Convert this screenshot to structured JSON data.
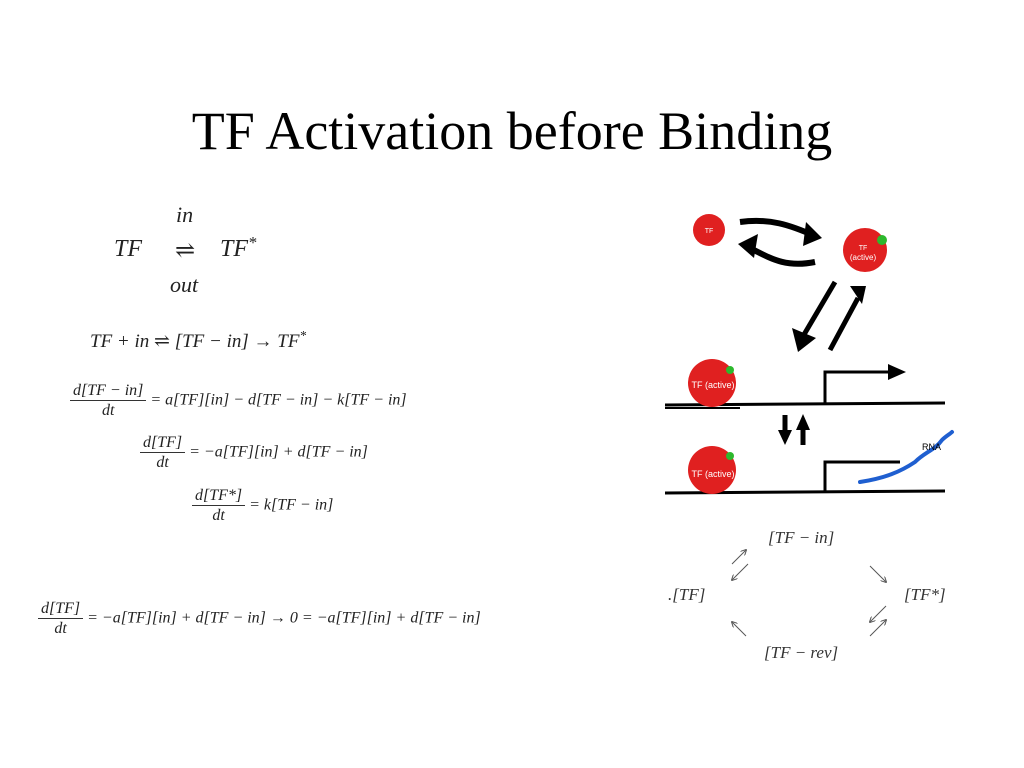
{
  "slide": {
    "title": "TF Activation before Binding"
  },
  "scheme": {
    "left": "TF",
    "arrow": "⇌",
    "right": "TF",
    "right_sup": "*",
    "top": "in",
    "bottom": "out"
  },
  "equations": {
    "reaction": "TF + in ⇌ [TF − in] → TF",
    "reaction_sup": "*",
    "eq1_num": "d[TF − in]",
    "eq1_den": "dt",
    "eq1_rhs": "= a[TF][in] − d[TF − in] − k[TF − in]",
    "eq2_num": "d[TF]",
    "eq2_den": "dt",
    "eq2_rhs": "= −a[TF][in] + d[TF − in]",
    "eq3_num": "d[TF*]",
    "eq3_den": "dt",
    "eq3_rhs": "= k[TF − in]",
    "eq4_num": "d[TF]",
    "eq4_den": "dt",
    "eq4_rhs": "= −a[TF][in] + d[TF − in] → 0 = −a[TF][in] + d[TF − in]"
  },
  "drawing": {
    "tf_label": "TF",
    "tf_active_line1": "TF",
    "tf_active_line2": "(active)",
    "bound_label_1": "TF (active)",
    "bound_label_2": "TF (active)",
    "rna_label": "RNA",
    "colors": {
      "protein": "#e02020",
      "site": "#2db82d",
      "rna": "#1f5fd0"
    }
  },
  "cycle": {
    "top": "[TF − in]",
    "left": ".[TF]",
    "right": "[TF*]",
    "bottom": "[TF − rev]"
  }
}
